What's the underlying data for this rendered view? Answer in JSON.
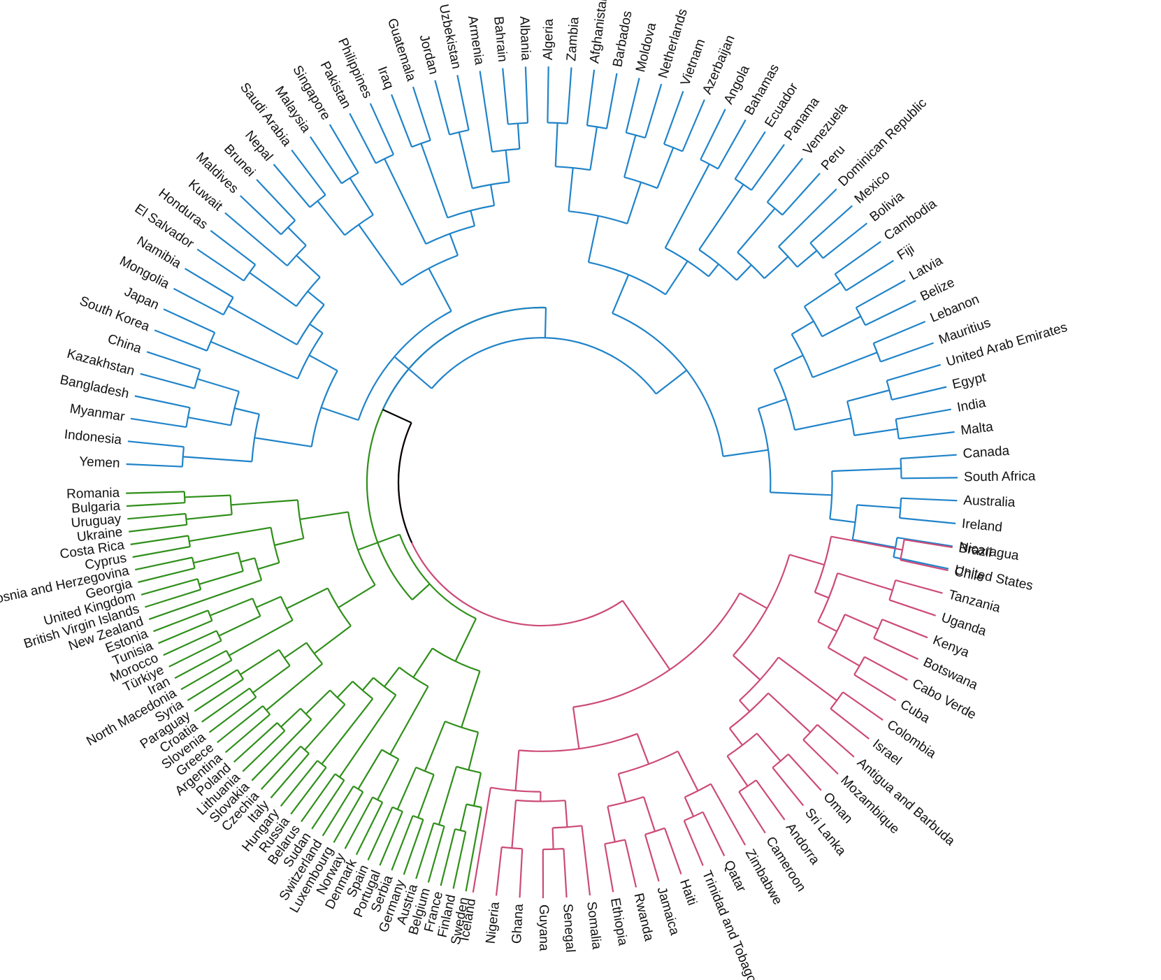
{
  "chart_data": {
    "type": "circular-dendrogram",
    "title": "",
    "root_color": "#000000",
    "clusters": [
      {
        "color": "#1f83c9",
        "leaves": [
          "Yemen",
          "Indonesia",
          "Myanmar",
          "Bangladesh",
          "Kazakhstan",
          "China",
          "South Korea",
          "Japan",
          "Mongolia",
          "Namibia",
          "El Salvador",
          "Honduras",
          "Kuwait",
          "Maldives",
          "Brunei",
          "Nepal",
          "Saudi Arabia",
          "Malaysia",
          "Singapore",
          "Pakistan",
          "Philippines",
          "Iraq",
          "Guatemala",
          "Jordan",
          "Uzbekistan",
          "Armenia",
          "Bahrain",
          "Albania",
          "Algeria",
          "Zambia",
          "Afghanistan",
          "Barbados",
          "Moldova",
          "Netherlands",
          "Vietnam",
          "Azerbaijan",
          "Angola",
          "Bahamas",
          "Ecuador",
          "Panama",
          "Venezuela",
          "Peru",
          "Dominican Republic",
          "Mexico",
          "Bolivia",
          "Cambodia",
          "Fiji",
          "Latvia",
          "Belize",
          "Lebanon",
          "Mauritius",
          "United Arab Emirates",
          "Egypt",
          "India",
          "Malta",
          "Canada",
          "South Africa",
          "Australia",
          "Ireland",
          "Nicaragua",
          "United States"
        ]
      },
      {
        "color": "#cc4a78",
        "leaves": [
          "Brazil",
          "Chile",
          "Tanzania",
          "Uganda",
          "Kenya",
          "Botswana",
          "Cabo Verde",
          "Cuba",
          "Colombia",
          "Israel",
          "Antigua and Barbuda",
          "Mozambique",
          "Oman",
          "Sri Lanka",
          "Andorra",
          "Cameroon",
          "Zimbabwe",
          "Qatar",
          "Trinidad and Tobago",
          "Haiti",
          "Jamaica",
          "Rwanda",
          "Ethiopia",
          "Somalia",
          "Senegal",
          "Guyana",
          "Ghana",
          "Nigeria",
          "Iceland"
        ]
      },
      {
        "color": "#2f8f1a",
        "leaves": [
          "Sweden",
          "Finland",
          "France",
          "Belgium",
          "Austria",
          "Germany",
          "Serbia",
          "Portugal",
          "Spain",
          "Denmark",
          "Norway",
          "Luxembourg",
          "Switzerland",
          "Sudan",
          "Belarus",
          "Russia",
          "Hungary",
          "Italy",
          "Czechia",
          "Slovakia",
          "Lithuania",
          "Poland",
          "Argentina",
          "Greece",
          "Slovenia",
          "Croatia",
          "Paraguay",
          "Syria",
          "North Macedonia",
          "Iran",
          "Türkiye",
          "Morocco",
          "Tunisia",
          "Estonia",
          "New Zealand",
          "British Virgin Islands",
          "United Kingdom",
          "Georgia",
          "Bosnia and Herzegovina",
          "Cyprus",
          "Costa Rica",
          "Ukraine",
          "Uruguay",
          "Bulgaria",
          "Romania"
        ]
      }
    ]
  }
}
